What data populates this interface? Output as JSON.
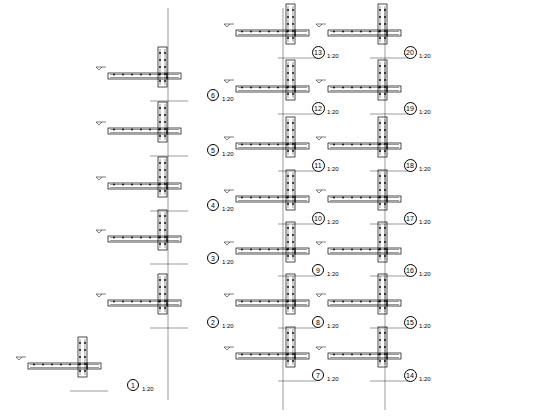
{
  "diagram": {
    "nodes": [
      {
        "text": [
          "6"
        ]
      },
      {
        "text": [
          "5"
        ]
      },
      {
        "text": [
          "4"
        ]
      },
      {
        "text": [
          "3"
        ]
      },
      {
        "text": [
          "2"
        ]
      },
      {
        "text": [
          "1"
        ]
      },
      {
        "text": [
          "13"
        ]
      },
      {
        "text": [
          "12"
        ]
      },
      {
        "text": [
          "11"
        ]
      },
      {
        "text": [
          "10"
        ]
      },
      {
        "text": [
          "9"
        ]
      },
      {
        "text": [
          "8"
        ]
      },
      {
        "text": [
          "7"
        ]
      },
      {
        "text": [
          "20"
        ]
      },
      {
        "text": [
          "19"
        ]
      },
      {
        "text": [
          "18"
        ]
      },
      {
        "text": [
          "17"
        ]
      },
      {
        "text": [
          "16"
        ]
      },
      {
        "text": [
          "15"
        ]
      },
      {
        "text": [
          "14"
        ]
      }
    ],
    "labels": [
      "1:20",
      "1:20",
      "1:20",
      "1:20",
      "1:20",
      "1:20",
      "1:20",
      "1:20",
      "1:20",
      "1:20",
      "1:20",
      "1:20",
      "1:20",
      "1:20",
      "1:20",
      "1:20",
      "1:20",
      "1:20",
      "1:20",
      "1:20"
    ]
  }
}
